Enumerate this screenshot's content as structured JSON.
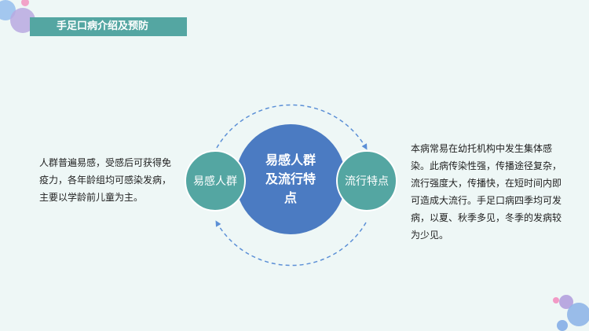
{
  "title": "手足口病介绍及预防",
  "center_label_lines": [
    "易感人群",
    "及流行特",
    "点"
  ],
  "left_circle_label": "易感人群",
  "right_circle_label": "流行特点",
  "left_text": "人群普遍易感，受感后可获得免疫力，各年龄组均可感染发病，主要以学龄前儿童为主。",
  "right_text": "本病常易在幼托机构中发生集体感染。此病传染性强，传播途径复杂，流行强度大，传播快，在短时间内即可造成大流行。手足口病四季均可发病，以夏、秋季多见，冬季的发病较为少见。",
  "colors": {
    "teal": "#54a6a2",
    "blue": "#4b7bc2",
    "arc": "#5b8fd6",
    "background": "#eef7f6"
  }
}
